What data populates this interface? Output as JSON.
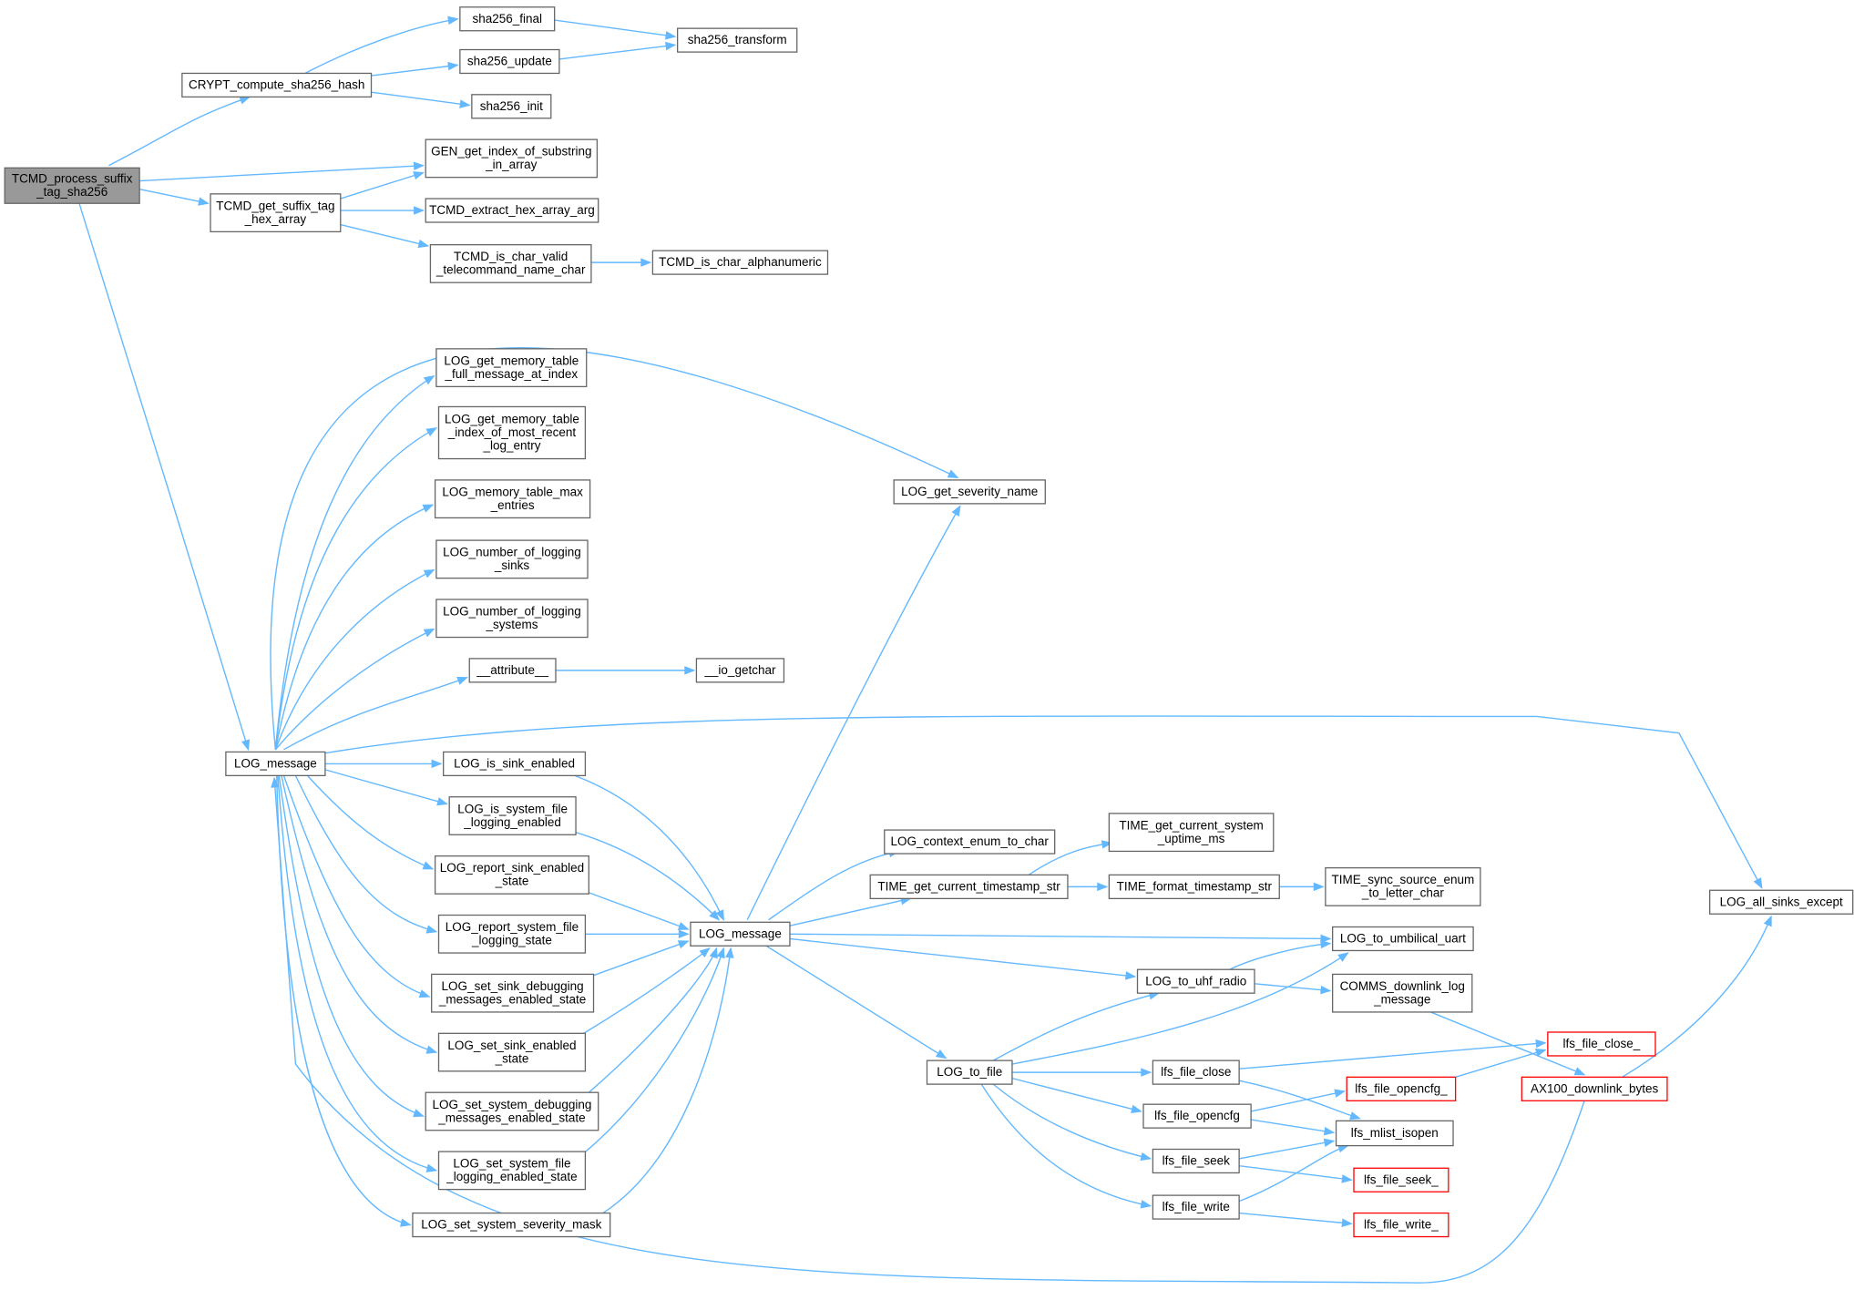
{
  "colors": {
    "edge": "#63b8ff",
    "node_border": "#666666",
    "root_fill": "#999999",
    "truncated_border": "#ff0000"
  },
  "nodes": [
    {
      "id": "root",
      "lines": [
        "TCMD_process_suffix",
        "_tag_sha256"
      ],
      "style": "root"
    },
    {
      "id": "crypt",
      "lines": [
        "CRYPT_compute_sha256_hash"
      ]
    },
    {
      "id": "sha_final",
      "lines": [
        "sha256_final"
      ]
    },
    {
      "id": "sha_update",
      "lines": [
        "sha256_update"
      ]
    },
    {
      "id": "sha_init",
      "lines": [
        "sha256_init"
      ]
    },
    {
      "id": "sha_transform",
      "lines": [
        "sha256_transform"
      ]
    },
    {
      "id": "gen_idx",
      "lines": [
        "GEN_get_index_of_substring",
        "_in_array"
      ]
    },
    {
      "id": "tcmd_suffix",
      "lines": [
        "TCMD_get_suffix_tag",
        "_hex_array"
      ]
    },
    {
      "id": "tcmd_extract",
      "lines": [
        "TCMD_extract_hex_array_arg"
      ]
    },
    {
      "id": "tcmd_valid",
      "lines": [
        "TCMD_is_char_valid",
        "_telecommand_name_char"
      ]
    },
    {
      "id": "tcmd_alnum",
      "lines": [
        "TCMD_is_char_alphanumeric"
      ]
    },
    {
      "id": "log_msg1",
      "lines": [
        "LOG_message"
      ]
    },
    {
      "id": "mem_full",
      "lines": [
        "LOG_get_memory_table",
        "_full_message_at_index"
      ]
    },
    {
      "id": "mem_idx",
      "lines": [
        "LOG_get_memory_table",
        "_index_of_most_recent",
        "_log_entry"
      ]
    },
    {
      "id": "mem_max",
      "lines": [
        "LOG_memory_table_max",
        "_entries"
      ]
    },
    {
      "id": "num_sinks",
      "lines": [
        "LOG_number_of_logging",
        "_sinks"
      ]
    },
    {
      "id": "num_sys",
      "lines": [
        "LOG_number_of_logging",
        "_systems"
      ]
    },
    {
      "id": "attr",
      "lines": [
        "__attribute__"
      ]
    },
    {
      "id": "getchar",
      "lines": [
        "__io_getchar"
      ]
    },
    {
      "id": "sink_en",
      "lines": [
        "LOG_is_sink_enabled"
      ]
    },
    {
      "id": "sysfile_en",
      "lines": [
        "LOG_is_system_file",
        "_logging_enabled"
      ]
    },
    {
      "id": "rep_sink",
      "lines": [
        "LOG_report_sink_enabled",
        "_state"
      ]
    },
    {
      "id": "rep_sys",
      "lines": [
        "LOG_report_system_file",
        "_logging_state"
      ]
    },
    {
      "id": "set_sink_dbg",
      "lines": [
        "LOG_set_sink_debugging",
        "_messages_enabled_state"
      ]
    },
    {
      "id": "set_sink_en",
      "lines": [
        "LOG_set_sink_enabled",
        "_state"
      ]
    },
    {
      "id": "set_sys_dbg",
      "lines": [
        "LOG_set_system_debugging",
        "_messages_enabled_state"
      ]
    },
    {
      "id": "set_sys_file",
      "lines": [
        "LOG_set_system_file",
        "_logging_enabled_state"
      ]
    },
    {
      "id": "set_mask",
      "lines": [
        "LOG_set_system_severity_mask"
      ]
    },
    {
      "id": "log_msg2",
      "lines": [
        "LOG_message"
      ]
    },
    {
      "id": "sev_name",
      "lines": [
        "LOG_get_severity_name"
      ]
    },
    {
      "id": "ctx_enum",
      "lines": [
        "LOG_context_enum_to_char"
      ]
    },
    {
      "id": "ts_str",
      "lines": [
        "TIME_get_current_timestamp_str"
      ]
    },
    {
      "id": "uptime",
      "lines": [
        "TIME_get_current_system",
        "_uptime_ms"
      ]
    },
    {
      "id": "fmt_ts",
      "lines": [
        "TIME_format_timestamp_str"
      ]
    },
    {
      "id": "sync_src",
      "lines": [
        "TIME_sync_source_enum",
        "_to_letter_char"
      ]
    },
    {
      "id": "umb",
      "lines": [
        "LOG_to_umbilical_uart"
      ]
    },
    {
      "id": "uhf",
      "lines": [
        "LOG_to_uhf_radio"
      ]
    },
    {
      "id": "comms",
      "lines": [
        "COMMS_downlink_log",
        "_message"
      ]
    },
    {
      "id": "log_file",
      "lines": [
        "LOG_to_file"
      ]
    },
    {
      "id": "lfs_close",
      "lines": [
        "lfs_file_close"
      ]
    },
    {
      "id": "lfs_opencfg",
      "lines": [
        "lfs_file_opencfg"
      ]
    },
    {
      "id": "lfs_seek",
      "lines": [
        "lfs_file_seek"
      ]
    },
    {
      "id": "lfs_write",
      "lines": [
        "lfs_file_write"
      ]
    },
    {
      "id": "lfs_close_",
      "lines": [
        "lfs_file_close_"
      ],
      "style": "red"
    },
    {
      "id": "lfs_opencfg_",
      "lines": [
        "lfs_file_opencfg_"
      ],
      "style": "red"
    },
    {
      "id": "lfs_mlist",
      "lines": [
        "lfs_mlist_isopen"
      ]
    },
    {
      "id": "lfs_seek_",
      "lines": [
        "lfs_file_seek_"
      ],
      "style": "red"
    },
    {
      "id": "lfs_write_",
      "lines": [
        "lfs_file_write_"
      ],
      "style": "red"
    },
    {
      "id": "ax100",
      "lines": [
        "AX100_downlink_bytes"
      ],
      "style": "red"
    },
    {
      "id": "all_sinks",
      "lines": [
        "LOG_all_sinks_except"
      ]
    }
  ],
  "edges": [
    [
      "root",
      "crypt"
    ],
    [
      "root",
      "gen_idx"
    ],
    [
      "root",
      "tcmd_suffix"
    ],
    [
      "root",
      "log_msg1"
    ],
    [
      "crypt",
      "sha_final"
    ],
    [
      "crypt",
      "sha_update"
    ],
    [
      "crypt",
      "sha_init"
    ],
    [
      "sha_final",
      "sha_transform"
    ],
    [
      "sha_update",
      "sha_transform"
    ],
    [
      "tcmd_suffix",
      "gen_idx"
    ],
    [
      "tcmd_suffix",
      "tcmd_extract"
    ],
    [
      "tcmd_suffix",
      "tcmd_valid"
    ],
    [
      "tcmd_valid",
      "tcmd_alnum"
    ],
    [
      "log_msg1",
      "sev_name"
    ],
    [
      "log_msg1",
      "mem_full"
    ],
    [
      "log_msg1",
      "mem_idx"
    ],
    [
      "log_msg1",
      "mem_max"
    ],
    [
      "log_msg1",
      "num_sinks"
    ],
    [
      "log_msg1",
      "num_sys"
    ],
    [
      "log_msg1",
      "attr"
    ],
    [
      "log_msg1",
      "all_sinks"
    ],
    [
      "log_msg1",
      "sink_en"
    ],
    [
      "log_msg1",
      "sysfile_en"
    ],
    [
      "log_msg1",
      "rep_sink"
    ],
    [
      "log_msg1",
      "rep_sys"
    ],
    [
      "log_msg1",
      "set_sink_dbg"
    ],
    [
      "log_msg1",
      "set_sink_en"
    ],
    [
      "log_msg1",
      "set_sys_dbg"
    ],
    [
      "log_msg1",
      "set_sys_file"
    ],
    [
      "log_msg1",
      "set_mask"
    ],
    [
      "attr",
      "getchar"
    ],
    [
      "sink_en",
      "log_msg2"
    ],
    [
      "sysfile_en",
      "log_msg2"
    ],
    [
      "rep_sink",
      "log_msg2"
    ],
    [
      "rep_sys",
      "log_msg2"
    ],
    [
      "set_sink_dbg",
      "log_msg2"
    ],
    [
      "set_sink_en",
      "log_msg2"
    ],
    [
      "set_sys_dbg",
      "log_msg2"
    ],
    [
      "set_sys_file",
      "log_msg2"
    ],
    [
      "set_mask",
      "log_msg2"
    ],
    [
      "log_msg2",
      "sev_name"
    ],
    [
      "log_msg2",
      "ctx_enum"
    ],
    [
      "log_msg2",
      "ts_str"
    ],
    [
      "log_msg2",
      "umb"
    ],
    [
      "log_msg2",
      "uhf"
    ],
    [
      "log_msg2",
      "log_file"
    ],
    [
      "ts_str",
      "uptime"
    ],
    [
      "ts_str",
      "fmt_ts"
    ],
    [
      "fmt_ts",
      "sync_src"
    ],
    [
      "uhf",
      "umb"
    ],
    [
      "uhf",
      "comms"
    ],
    [
      "comms",
      "ax100"
    ],
    [
      "log_file",
      "uhf"
    ],
    [
      "log_file",
      "umb"
    ],
    [
      "log_file",
      "lfs_close"
    ],
    [
      "log_file",
      "lfs_opencfg"
    ],
    [
      "log_file",
      "lfs_seek"
    ],
    [
      "log_file",
      "lfs_write"
    ],
    [
      "lfs_close",
      "lfs_close_"
    ],
    [
      "lfs_close",
      "lfs_mlist"
    ],
    [
      "lfs_opencfg",
      "lfs_opencfg_"
    ],
    [
      "lfs_opencfg",
      "lfs_mlist"
    ],
    [
      "lfs_seek",
      "lfs_mlist"
    ],
    [
      "lfs_seek",
      "lfs_seek_"
    ],
    [
      "lfs_write",
      "lfs_mlist"
    ],
    [
      "lfs_write",
      "lfs_write_"
    ],
    [
      "lfs_opencfg_",
      "lfs_close_"
    ],
    [
      "ax100",
      "all_sinks"
    ],
    [
      "ax100",
      "log_msg1"
    ]
  ]
}
